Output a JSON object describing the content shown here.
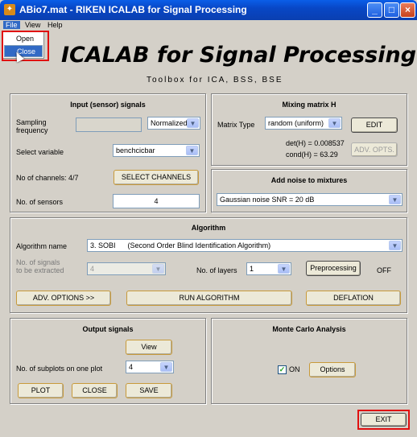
{
  "window": {
    "title": "ABio7.mat - RIKEN ICALAB for Signal Processing"
  },
  "menubar": {
    "items": [
      "File",
      "View",
      "Help"
    ]
  },
  "file_menu": {
    "items": [
      "Open",
      "Close"
    ],
    "highlighted": "Close"
  },
  "header": {
    "title": "ICALAB for Signal Processing",
    "subtitle": "Toolbox for ICA, BSS, BSE"
  },
  "input_panel": {
    "title": "Input (sensor) signals",
    "sampling_label": "Sampling\nfrequency",
    "sampling_value": "",
    "normalized_value": "Normalized",
    "select_variable_label": "Select variable",
    "variable_value": "benchcicbar",
    "channels_label": "No of channels: 4/7",
    "select_channels_button": "SELECT CHANNELS",
    "sensors_label": "No. of sensors",
    "sensors_value": "4"
  },
  "mixing_panel": {
    "title": "Mixing matrix H",
    "matrix_type_label": "Matrix Type",
    "matrix_type_value": "random (uniform)",
    "edit_button": "EDIT",
    "det_text": "det(H) = 0.008537",
    "cond_text": "cond(H) = 63.29",
    "adv_opts_button": "ADV. OPTS."
  },
  "noise_panel": {
    "title": "Add noise to mixtures",
    "noise_value": "Gaussian noise SNR = 20 dB"
  },
  "algorithm_panel": {
    "title": "Algorithm",
    "name_label": "Algorithm name",
    "name_value": "3. SOBI      (Second Order Blind Identification Algorithm)",
    "signals_label": "No. of signals\nto be extracted",
    "signals_value": "4",
    "layers_label": "No. of layers",
    "layers_value": "1",
    "preprocessing_button": "Preprocessing",
    "preprocessing_status": "OFF",
    "adv_options_button": "ADV. OPTIONS >>",
    "run_button": "RUN ALGORITHM",
    "deflation_button": "DEFLATION"
  },
  "output_panel": {
    "title": "Output signals",
    "view_button": "View",
    "subplots_label": "No. of subplots on one plot",
    "subplots_value": "4",
    "plot_button": "PLOT",
    "close_button": "CLOSE",
    "save_button": "SAVE"
  },
  "montecarlo_panel": {
    "title": "Monte Carlo Analysis",
    "on_label": "ON",
    "on_checked": true,
    "options_button": "Options"
  },
  "exit_button": "EXIT"
}
